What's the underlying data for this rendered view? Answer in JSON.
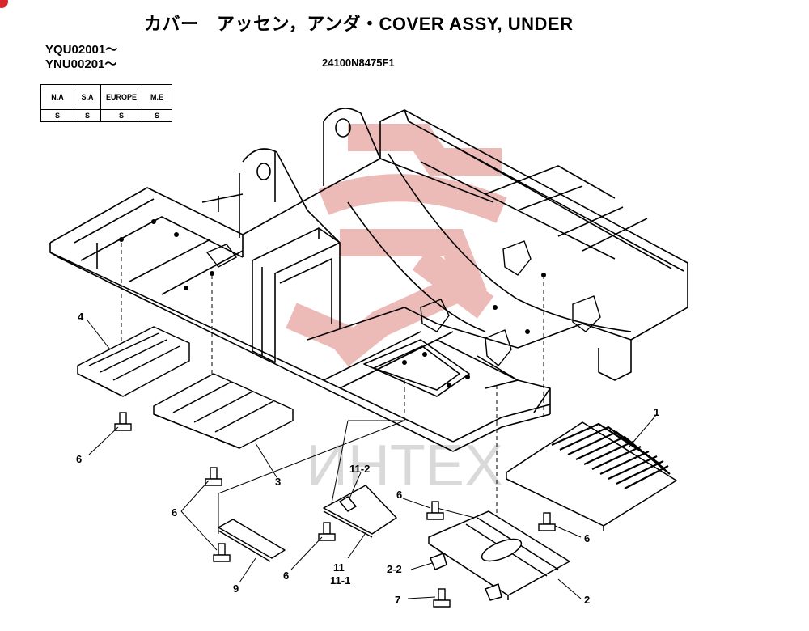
{
  "title": "カバー　アッセン，アンダ・COVER ASSY, UNDER",
  "serials": [
    "YQU02001～",
    "YNU00201～"
  ],
  "part_code": "24100N8475F1",
  "region_table": {
    "headers": [
      "N.A",
      "S.A",
      "EUROPE",
      "M.E"
    ],
    "values": [
      "S",
      "S",
      "S",
      "S"
    ]
  },
  "watermark": "ИНТЕХ",
  "callouts": {
    "c1": "1",
    "c2": "2",
    "c2_2": "2-2",
    "c3": "3",
    "c4": "4",
    "c6a": "6",
    "c6b": "6",
    "c6c": "6",
    "c6d": "6",
    "c6e": "6",
    "c7": "7",
    "c9": "9",
    "c11": "11",
    "c11_1": "11-1",
    "c11_2": "11-2"
  },
  "colors": {
    "ink": "#000000",
    "stamp": "#e8a5a0",
    "badge": "#d8262e",
    "watermark_text": "#d9d9d9"
  }
}
